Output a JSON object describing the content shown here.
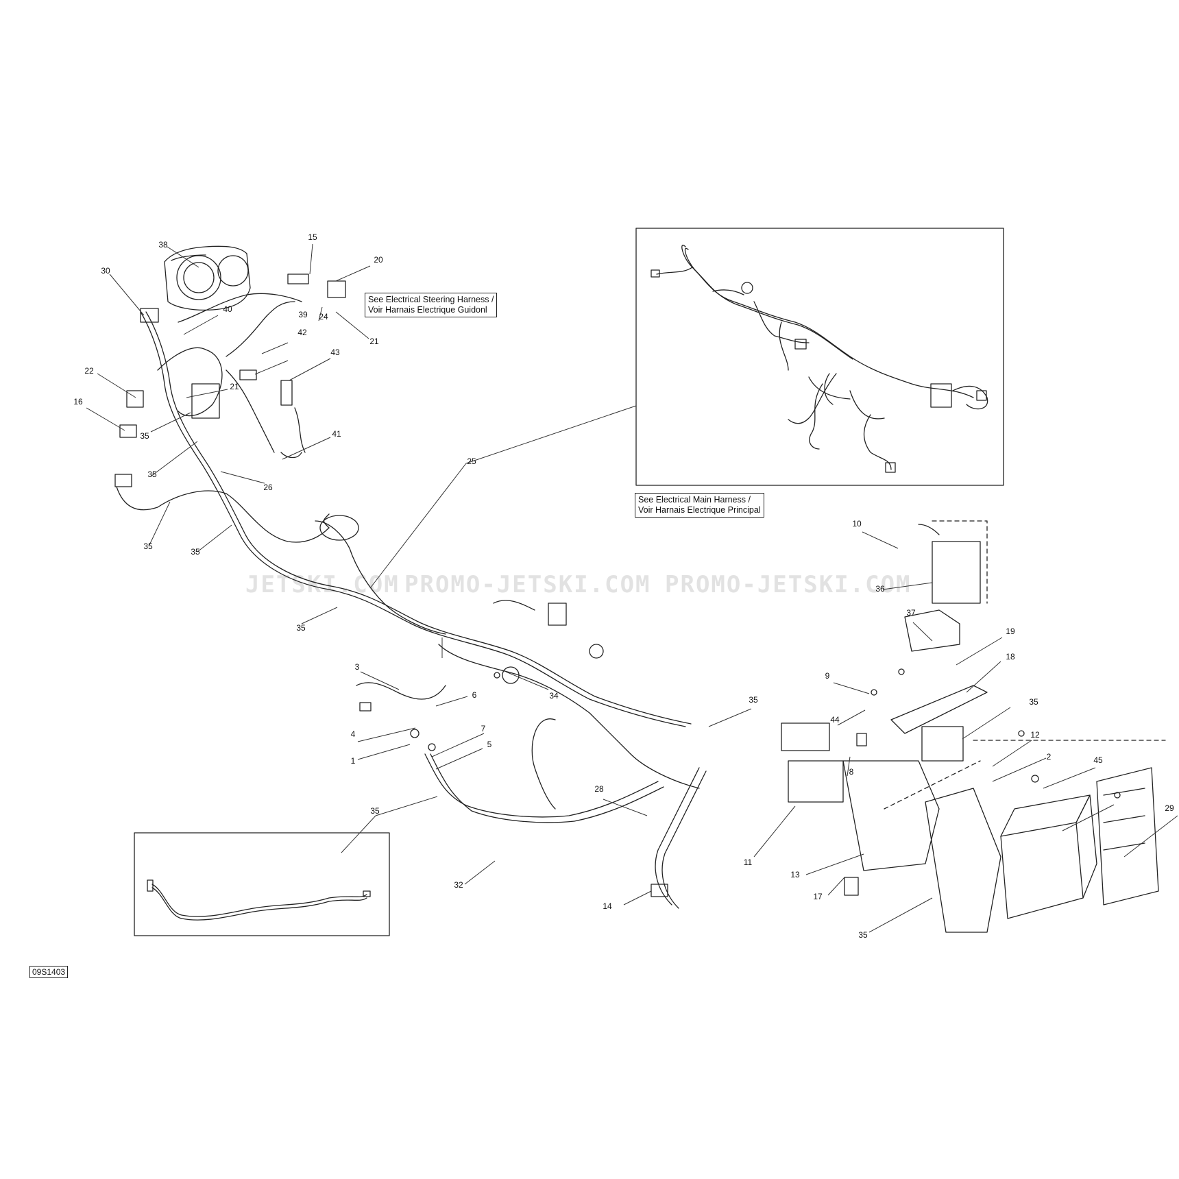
{
  "notes": {
    "steering_line1": "See Electrical Steering Harness /",
    "steering_line2": "Voir Harnais Electrique Guidonl",
    "main_line1": "See Electrical Main Harness /",
    "main_line2": "Voir Harnais Electrique Principal"
  },
  "diagram_code": "09S1403",
  "watermarks": [
    "JETSKI.COM",
    "PROMO-JETSKI.COM",
    "PROMO-JETSKI.COM"
  ],
  "callouts": [
    "38",
    "15",
    "20",
    "30",
    "40",
    "24",
    "21",
    "39",
    "42",
    "43",
    "22",
    "21",
    "16",
    "35",
    "35",
    "41",
    "26",
    "25",
    "35",
    "35",
    "10",
    "36",
    "35",
    "37",
    "19",
    "35",
    "18",
    "3",
    "9",
    "34",
    "6",
    "35",
    "44",
    "7",
    "4",
    "5",
    "12",
    "1",
    "8",
    "2",
    "28",
    "45",
    "35",
    "11",
    "13",
    "29",
    "32",
    "17",
    "14",
    "35",
    "35",
    "17"
  ],
  "colors": {
    "line": "#222222",
    "leader": "#333333",
    "watermark": "#e2e2e2"
  }
}
